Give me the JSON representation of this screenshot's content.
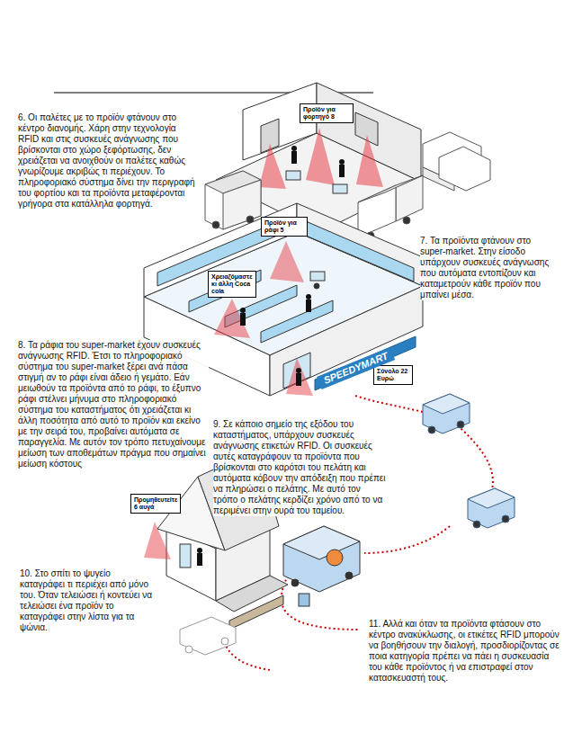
{
  "diagram": {
    "nodes": [
      {
        "text": [
          "Προϊόν για φορτηγό 8"
        ]
      },
      {
        "text": [
          "Προϊόν για ράφι 5"
        ]
      },
      {
        "text": [
          "Χρειαζόμαστε κι άλλη Coca cola"
        ]
      },
      {
        "text": [
          "Σύνολο 22 Ευρώ"
        ]
      },
      {
        "text": [
          "Προμηθευτείτε 6 αυγά"
        ]
      }
    ],
    "labels": [
      "6. Οι παλέτες με το προϊόν φτάνουν στο κέντρο διανομής. Χάρη στην τεχνολογία RFID και στις συσκευές ανάγνωσης που βρίσκονται στο χώρο ξεφόρτωσης, δεν χρειάζεται να ανοιχθούν οι παλέτες καθώς γνωρίζουμε ακριβώς τι περιέχουν. Το πληροφοριακό σύστημα δίνει την περιγραφή του φορτίου και τα προϊόντα μεταφέρονται γρήγορα στα κατάλληλα φορτηγά.",
      "7. Τα προϊόντα φτάνουν στο super-market. Στην είσοδο υπάρχουν συσκευές ανάγνωσης που αυτόματα εντοπίζουν και καταμετρούν κάθε προϊόν που μπαίνει μέσα.",
      "8. Τα ράφια του super-market έχουν συσκευές ανάγνωσης RFID. Έτσι το πληροφοριακό σύστημα του super-market ξέρει ανά πάσα στιγμή αν το ράφι είναι άδειο ή γεμάτο. Εάν μειωθούν τα προϊόντα από το ράφι, το έξυπνο ράφι στέλνει μήνυμα στο πληροφοριακό σύστημα του καταστήματος ότι χρειάζεται κι άλλη ποσότητα από αυτό το προϊόν και εκείνο με την σειρά του, προβαίνει αυτόματα σε παραγγελία. Με αυτόν τον τρόπο πετυχαίνουμε μείωση των αποθεμάτων πράγμα που σημαίνει μείωση κόστους",
      "9. Σε κάποιο σημείο της εξόδου του καταστήματος, υπάρχουν συσκευές ανάγνωσης ετικετών RFID. Οι συσκευές αυτές καταγράφουν τα προϊόντα που βρίσκονται στο καρότσι του πελάτη και αυτόματα κόβουν την απόδειξη που πρέπει να πληρώσει ο πελάτης. Με αυτό τον τρόπο ο πελάτης κερδίζει χρόνο από το να περιμένει στην ουρά του ταμείου.",
      "10. Στο σπίτι το ψυγείο καταγράφει τι περιέχει από μόνο του. Όταν τελειώσει ή κοντεύει να τελειώσει ένα προϊόν το καταγράφει στην λίστα για τα ψώνια.",
      "11. Αλλά και όταν τα προϊόντα φτάσουν στο κέντρο ανακύκλωσης, οι ετικέτες RFID μπορούν να βοηθήσουν την διαλογή, προσδιορίζοντας σε ποια κατηγορία πρέπει να πάει η συσκευασία του κάθε προϊόντος ή να επιστραφεί στον κατασκευαστή τους.",
      "SPEEDYMART"
    ]
  }
}
